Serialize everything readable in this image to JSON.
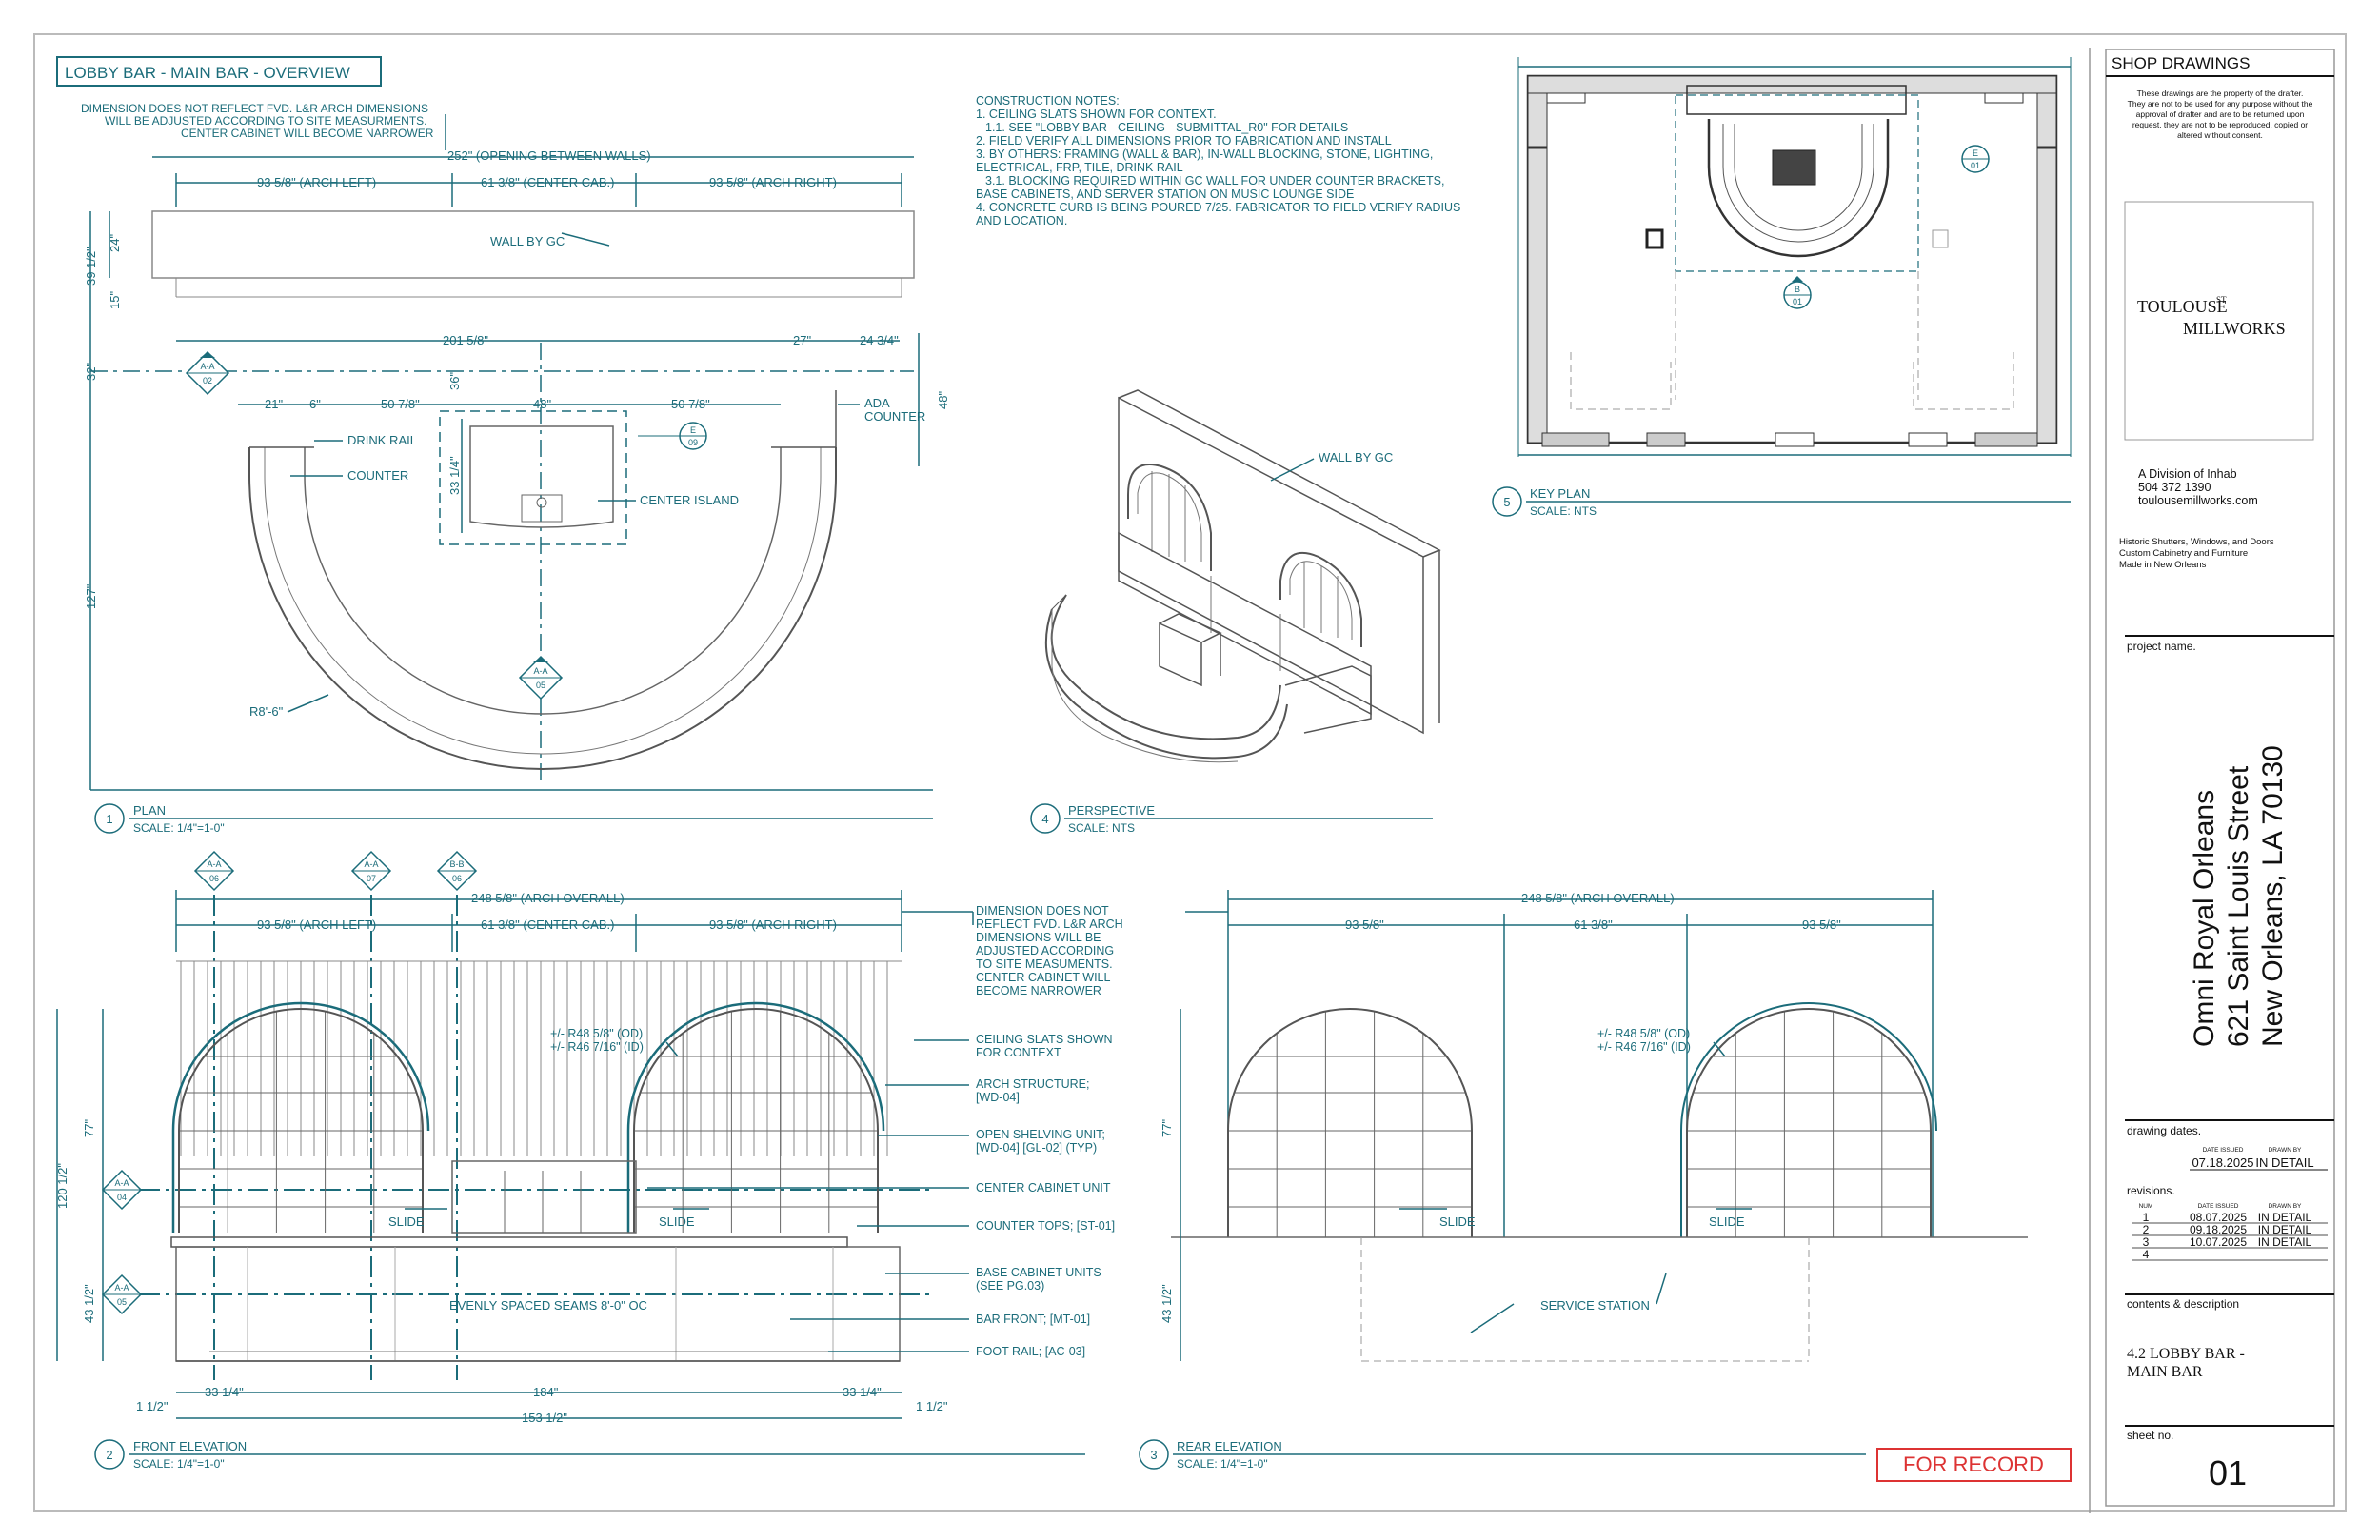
{
  "sheet_title": "LOBBY BAR - MAIN BAR - OVERVIEW",
  "plan": {
    "note": [
      "DIMENSION DOES NOT REFLECT FVD. L&R ARCH DIMENSIONS",
      "WILL BE ADJUSTED ACCORDING TO SITE MEASURMENTS.",
      "CENTER CABINET WILL BECOME NARROWER"
    ],
    "dim_opening": "252\" (OPENING BETWEEN WALLS)",
    "dim_arch_left": "93 5/8\" (ARCH LEFT)",
    "dim_center_cab": "61 3/8\" (CENTER CAB.)",
    "dim_arch_right": "93 5/8\" (ARCH RIGHT)",
    "wall_by_gc": "WALL BY GC",
    "dim_201": "201 5/8\"",
    "dim_27": "27\"",
    "dim_24": "24 3/4\"",
    "dim_21": "21\"",
    "dim_6": "6\"",
    "dim_50a": "50 7/8\"",
    "dim_48": "48\"",
    "dim_50b": "50 7/8\"",
    "dim_39": "39 1/2\"",
    "dim_24v": "24\"",
    "dim_15": "15\"",
    "dim_32": "32\"",
    "dim_127": "127\"",
    "dim_36": "36\"",
    "dim_33": "33 1/4\"",
    "dim_48v": "48\"",
    "drink_rail": "DRINK RAIL",
    "counter": "COUNTER",
    "center_island": "CENTER ISLAND",
    "ada": [
      "ADA",
      "COUNTER"
    ],
    "radius": "R8'-6\"",
    "tag_aa": "A-A",
    "tag_02": "02",
    "tag_05": "05",
    "tag_e": "E",
    "tag_09": "09",
    "view_number": "1",
    "view_title": "PLAN",
    "view_scale": "SCALE: 1/4\"=1-0\""
  },
  "notes": {
    "lines": [
      "CONSTRUCTION NOTES:",
      "1. CEILING SLATS SHOWN FOR CONTEXT.",
      "    1.1. SEE \"LOBBY BAR - CEILING - SUBMITTAL_R0\" FOR DETAILS",
      "2. FIELD VERIFY ALL DIMENSIONS PRIOR TO FABRICATION AND INSTALL",
      "3. BY OTHERS: FRAMING (WALL & BAR), IN-WALL BLOCKING, STONE, LIGHTING,",
      "ELECTRICAL, FRP, TILE, DRINK RAIL",
      "    3.1. BLOCKING REQUIRED WITHIN GC WALL FOR UNDER COUNTER BRACKETS,",
      "BASE CABINETS, AND SERVER STATION ON MUSIC LOUNGE SIDE",
      "4. CONCRETE CURB IS BEING POURED 7/25. FABRICATOR TO FIELD VERIFY RADIUS",
      "AND LOCATION."
    ]
  },
  "perspective": {
    "wall_by_gc": "WALL BY GC",
    "view_number": "4",
    "view_title": "PERSPECTIVE",
    "view_scale": "SCALE: NTS"
  },
  "keyplan": {
    "view_number": "5",
    "view_title": "KEY PLAN",
    "view_scale": "SCALE: NTS",
    "tag_e": "E",
    "tag_01": "01",
    "tag_b": "B"
  },
  "front": {
    "dim_overall": "248 5/8\" (ARCH OVERALL)",
    "dim_arch_left": "93 5/8\" (ARCH LEFT)",
    "dim_center_cab": "61 3/8\" (CENTER CAB.)",
    "dim_arch_right": "93 5/8\" (ARCH RIGHT)",
    "radius_od": "+/- R48 5/8\" (OD)",
    "radius_id": "+/- R46 7/16\" (ID)",
    "dim_120": "120 1/2\"",
    "dim_77": "77\"",
    "dim_43": "43 1/2\"",
    "slide_left": "SLIDE",
    "slide_right": "SLIDE",
    "seams": "EVENLY SPACED SEAMS 8'-0\" OC",
    "dim_33l": "33 1/4\"",
    "dim_184": "184\"",
    "dim_33r": "33 1/4\"",
    "dim_153": "153 1/2\"",
    "dim_1a": "1 1/2\"",
    "dim_1b": "1 1/2\"",
    "callout_note": [
      "DIMENSION DOES NOT",
      "REFLECT FVD. L&R ARCH",
      "DIMENSIONS WILL BE",
      "ADJUSTED ACCORDING",
      "TO SITE MEASUMENTS.",
      "CENTER CABINET WILL",
      "BECOME NARROWER"
    ],
    "callout_ceiling": [
      "CEILING SLATS SHOWN",
      "FOR CONTEXT"
    ],
    "callout_arch": [
      "ARCH STRUCTURE;",
      "[WD-04]"
    ],
    "callout_shelf": [
      "OPEN SHELVING UNIT;",
      "[WD-04] [GL-02] (TYP)"
    ],
    "callout_center": [
      "CENTER CABINET UNIT"
    ],
    "callout_counter": [
      "COUNTER TOPS; [ST-01]"
    ],
    "callout_base": [
      "BASE CABINET UNITS",
      "(SEE PG.03)"
    ],
    "callout_barfront": [
      "BAR FRONT; [MT-01]"
    ],
    "callout_foot": [
      "FOOT RAIL; [AC-03]"
    ],
    "tags": [
      {
        "top": "A-A",
        "bottom": "06"
      },
      {
        "top": "A-A",
        "bottom": "07"
      },
      {
        "top": "B-B",
        "bottom": "06"
      },
      {
        "top": "A-A",
        "bottom": "04"
      },
      {
        "top": "A-A",
        "bottom": "05"
      }
    ],
    "view_number": "2",
    "view_title": "FRONT ELEVATION",
    "view_scale": "SCALE: 1/4\"=1-0\""
  },
  "rear": {
    "dim_overall": "248 5/8\" (ARCH OVERALL)",
    "dim_a": "93 5/8\"",
    "dim_b": "61 3/8\"",
    "dim_c": "93 5/8\"",
    "radius_od": "+/- R48 5/8\" (OD)",
    "radius_id": "+/- R46 7/16\" (ID)",
    "dim_77": "77\"",
    "dim_43": "43 1/2\"",
    "slide_left": "SLIDE",
    "slide_right": "SLIDE",
    "service": "SERVICE STATION",
    "view_number": "3",
    "view_title": "REAR ELEVATION",
    "view_scale": "SCALE: 1/4\"=1-0\""
  },
  "stamp": "FOR RECORD",
  "title_block": {
    "header": "SHOP DRAWINGS",
    "disclaimer": [
      "These drawings are the property of the drafter.",
      "They are not to be used for any purpose without the",
      "approval of drafter and are to be returned upon",
      "request. they are not to be reproduced, copied or",
      "altered without consent."
    ],
    "logo_line1": "TOULOUSE",
    "logo_sup": "ST",
    "logo_line2": "MILLWORKS",
    "division": "A Division of Inhab",
    "phone": "504 372 1390",
    "website": "toulousemillworks.com",
    "services": [
      "Historic Shutters, Windows, and Doors",
      "Custom Cabinetry and Furniture",
      "Made in New Orleans"
    ],
    "project_label": "project name.",
    "project_lines": [
      "Omni Royal Orleans",
      "621 Saint Louis Street",
      "New Orleans, LA 70130"
    ],
    "dates_label": "drawing dates.",
    "date_issued_header": "DATE ISSUED",
    "drawn_by_header": "DRAWN BY",
    "date_issued": "07.18.2025",
    "drawn_by": "IN DETAIL",
    "revisions_label": "revisions.",
    "rev_num_header": "NUM",
    "rev_date_header": "DATE ISSUED",
    "rev_drawn_header": "DRAWN BY",
    "revisions": [
      {
        "num": "1",
        "date": "08.07.2025",
        "by": "IN DETAIL"
      },
      {
        "num": "2",
        "date": "09.18.2025",
        "by": "IN DETAIL"
      },
      {
        "num": "3",
        "date": "10.07.2025",
        "by": "IN DETAIL"
      },
      {
        "num": "4",
        "date": "",
        "by": ""
      }
    ],
    "contents_label": "contents & description",
    "contents": [
      "4.2 LOBBY BAR -",
      "MAIN BAR"
    ],
    "sheet_label": "sheet no.",
    "sheet_no": "01"
  }
}
